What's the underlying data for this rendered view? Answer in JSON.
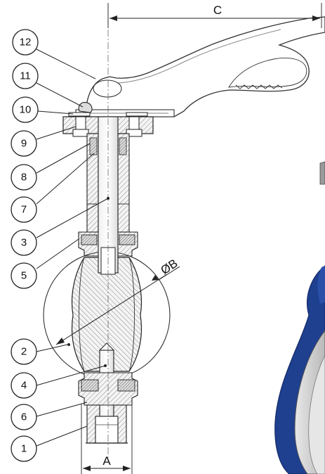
{
  "callouts": [
    "12",
    "11",
    "10",
    "9",
    "8",
    "7",
    "3",
    "5",
    "2",
    "4",
    "6",
    "1"
  ],
  "dimensions": {
    "c": "C",
    "a": "A",
    "b": "ØB"
  },
  "colors": {
    "line": "#222222",
    "body_blue": "#1f3f8f",
    "body_blue_dark": "#142a66",
    "liner_grey": "#c9c9c9",
    "hatch_fill": "#f2f2f2",
    "handle_fill": "#ffffff"
  }
}
